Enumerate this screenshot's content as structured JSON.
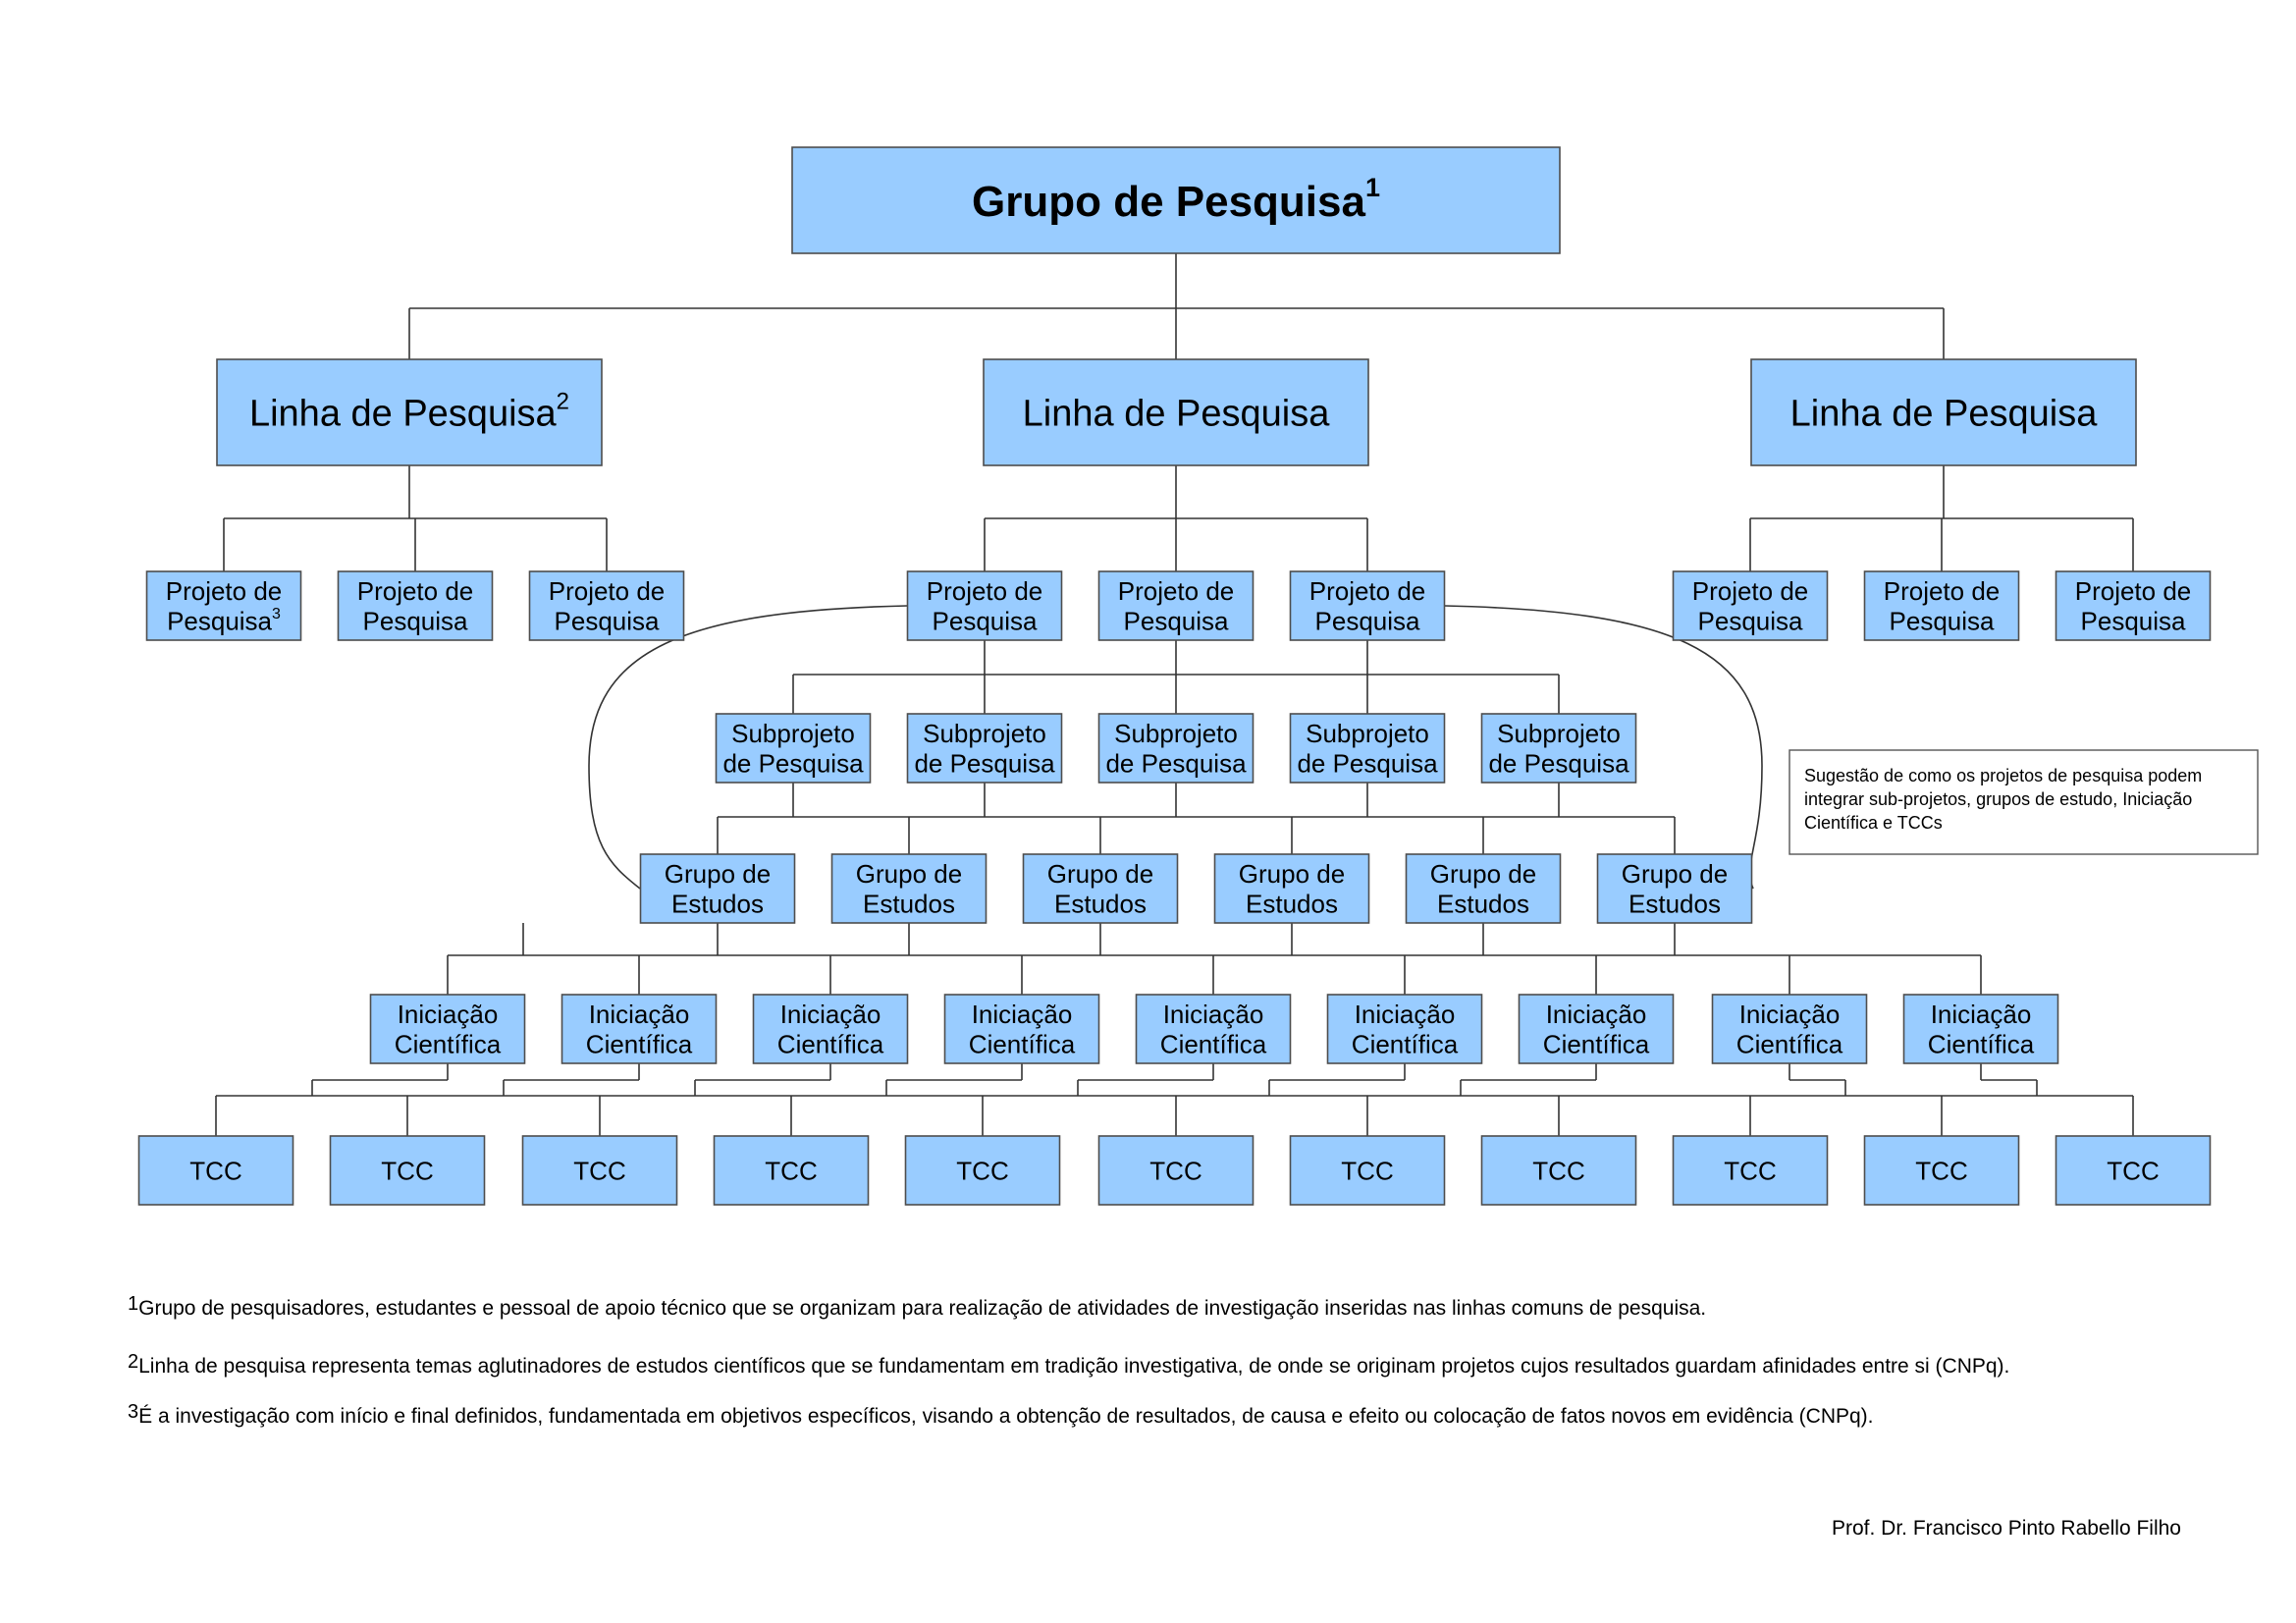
{
  "colors": {
    "node_fill": "#99ccff",
    "node_stroke": "#4d4d4d",
    "line": "#333333",
    "note_stroke": "#555555"
  },
  "root": {
    "label": "Grupo de Pesquisa",
    "sup": "1"
  },
  "lines": [
    {
      "label": "Linha de Pesquisa",
      "sup": "2"
    },
    {
      "label": "Linha de Pesquisa",
      "sup": ""
    },
    {
      "label": "Linha de Pesquisa",
      "sup": ""
    }
  ],
  "projects": [
    {
      "line1": "Projeto de",
      "line2": "Pesquisa",
      "sup": "3"
    },
    {
      "line1": "Projeto de",
      "line2": "Pesquisa",
      "sup": ""
    },
    {
      "line1": "Projeto de",
      "line2": "Pesquisa",
      "sup": ""
    },
    {
      "line1": "Projeto de",
      "line2": "Pesquisa",
      "sup": ""
    },
    {
      "line1": "Projeto de",
      "line2": "Pesquisa",
      "sup": ""
    },
    {
      "line1": "Projeto de",
      "line2": "Pesquisa",
      "sup": ""
    },
    {
      "line1": "Projeto de",
      "line2": "Pesquisa",
      "sup": ""
    },
    {
      "line1": "Projeto de",
      "line2": "Pesquisa",
      "sup": ""
    },
    {
      "line1": "Projeto de",
      "line2": "Pesquisa",
      "sup": ""
    }
  ],
  "subprojects": [
    {
      "line1": "Subprojeto",
      "line2": "de Pesquisa"
    },
    {
      "line1": "Subprojeto",
      "line2": "de Pesquisa"
    },
    {
      "line1": "Subprojeto",
      "line2": "de Pesquisa"
    },
    {
      "line1": "Subprojeto",
      "line2": "de Pesquisa"
    },
    {
      "line1": "Subprojeto",
      "line2": "de Pesquisa"
    }
  ],
  "study_groups": [
    {
      "line1": "Grupo de",
      "line2": "Estudos"
    },
    {
      "line1": "Grupo de",
      "line2": "Estudos"
    },
    {
      "line1": "Grupo de",
      "line2": "Estudos"
    },
    {
      "line1": "Grupo de",
      "line2": "Estudos"
    },
    {
      "line1": "Grupo de",
      "line2": "Estudos"
    },
    {
      "line1": "Grupo de",
      "line2": "Estudos"
    }
  ],
  "initiations": [
    {
      "line1": "Iniciação",
      "line2": "Científica"
    },
    {
      "line1": "Iniciação",
      "line2": "Científica"
    },
    {
      "line1": "Iniciação",
      "line2": "Científica"
    },
    {
      "line1": "Iniciação",
      "line2": "Científica"
    },
    {
      "line1": "Iniciação",
      "line2": "Científica"
    },
    {
      "line1": "Iniciação",
      "line2": "Científica"
    },
    {
      "line1": "Iniciação",
      "line2": "Científica"
    },
    {
      "line1": "Iniciação",
      "line2": "Científica"
    },
    {
      "line1": "Iniciação",
      "line2": "Científica"
    }
  ],
  "tccs": [
    "TCC",
    "TCC",
    "TCC",
    "TCC",
    "TCC",
    "TCC",
    "TCC",
    "TCC",
    "TCC",
    "TCC",
    "TCC"
  ],
  "note": {
    "lines": [
      "Sugestão de como os projetos de pesquisa podem",
      "integrar sub-projetos, grupos de estudo, Iniciação",
      "Científica e  TCCs"
    ]
  },
  "footnotes": [
    {
      "num": "1",
      "text": "Grupo de pesquisadores, estudantes e pessoal de apoio técnico que se organizam para realização de atividades de investigação inseridas nas linhas comuns de pesquisa."
    },
    {
      "num": "2",
      "text": "Linha de pesquisa representa temas aglutinadores de estudos científicos que se fundamentam em tradição investigativa, de onde se originam projetos cujos resultados guardam afinidades entre si (CNPq)."
    },
    {
      "num": "3",
      "text": "É a investigação com início e final definidos, fundamentada em objetivos específicos, visando a obtenção de resultados, de causa e efeito ou colocação de fatos novos em evidência (CNPq)."
    }
  ],
  "author": "Prof. Dr. Francisco Pinto Rabello Filho"
}
